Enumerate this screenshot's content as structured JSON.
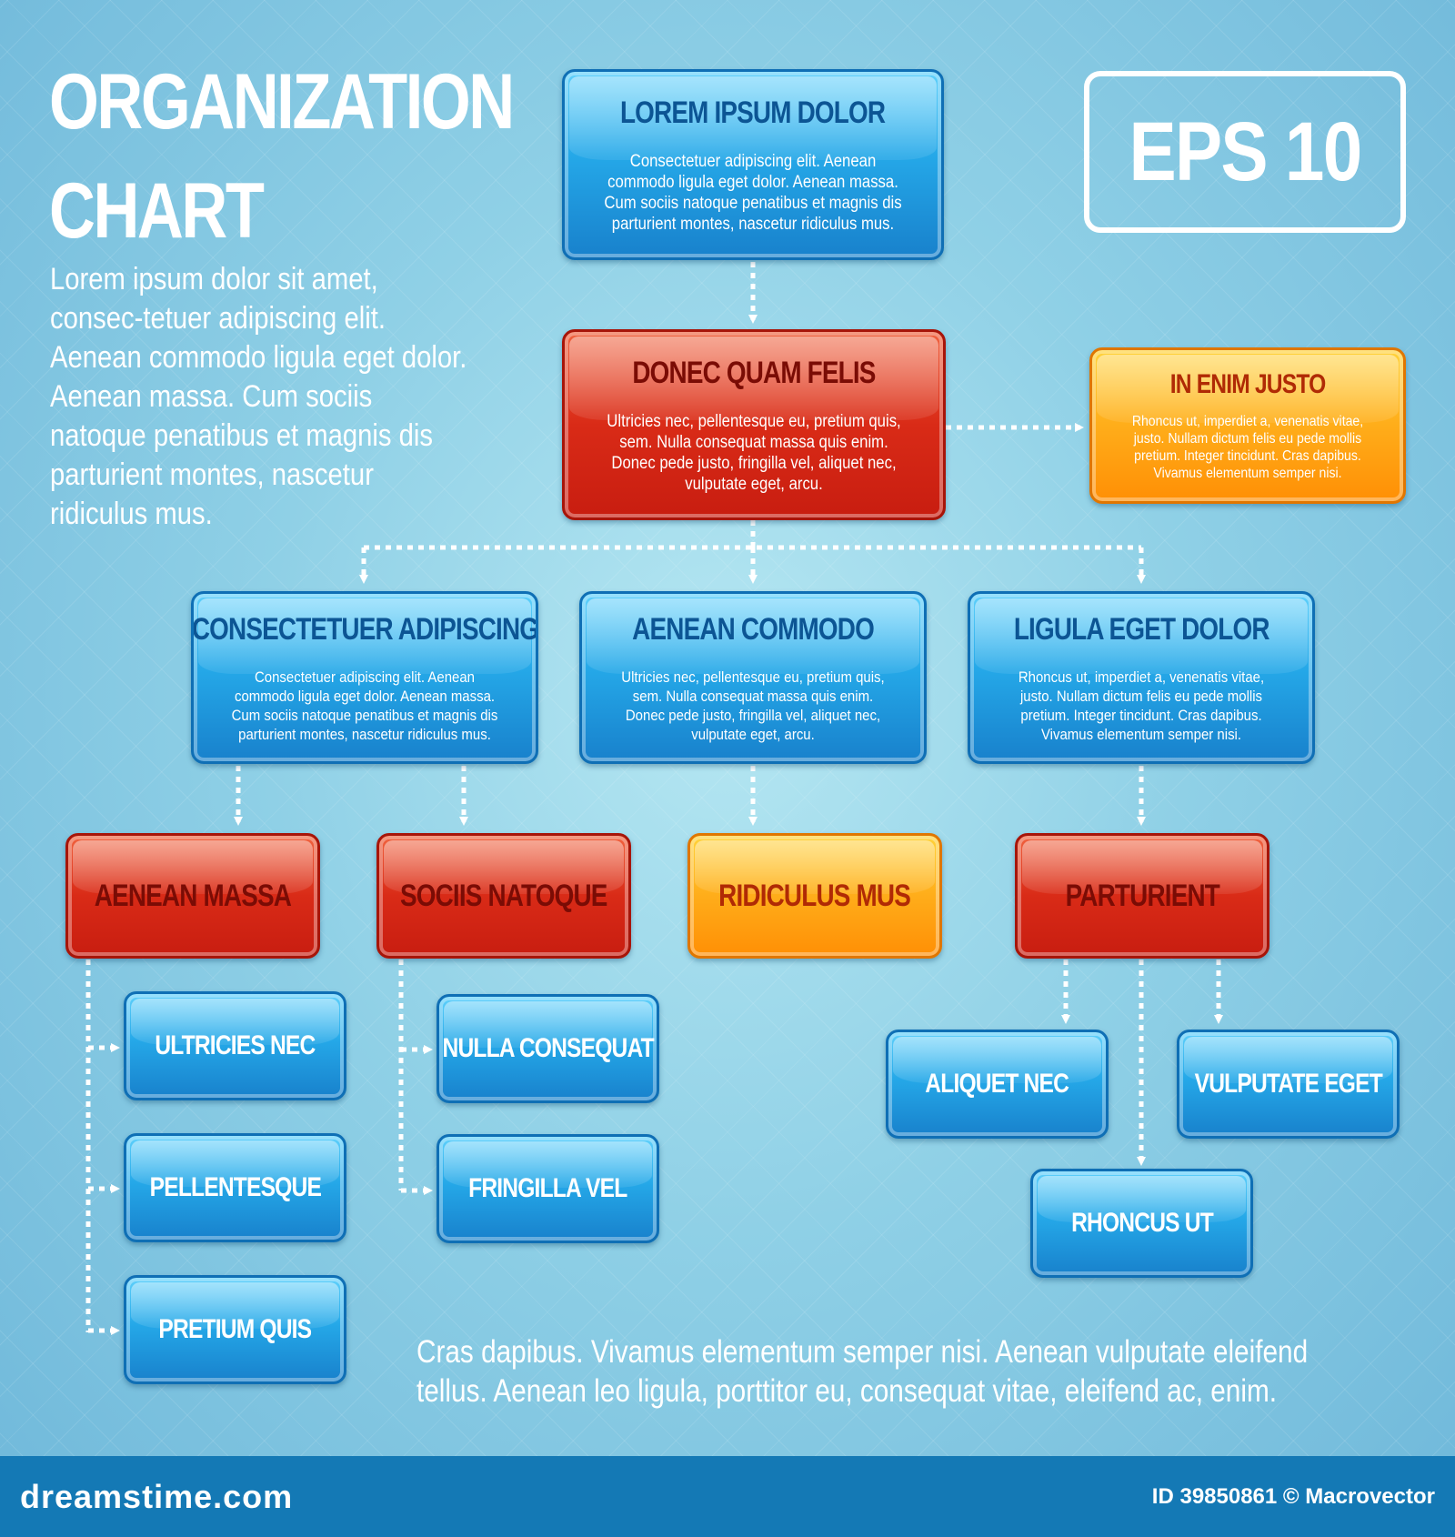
{
  "header": {
    "title_line1": "ORGANIZATION",
    "title_line2": "CHART",
    "intro": "Lorem ipsum dolor sit amet, consec-tetuer adipiscing elit. Aenean commodo ligula eget dolor. Aenean massa. Cum sociis natoque penatibus et magnis dis parturient montes, nascetur ridiculus mus."
  },
  "badge": {
    "text": "EPS 10"
  },
  "nodes": {
    "root": {
      "title": "LOREM IPSUM DOLOR",
      "body": "Consectetuer adipiscing elit. Aenean commodo ligula eget dolor. Aenean massa. Cum sociis natoque penatibus et magnis dis parturient montes, nascetur ridiculus mus."
    },
    "level1": {
      "title": "DONEC QUAM FELIS",
      "body": "Ultricies nec, pellentesque eu, pretium quis, sem. Nulla consequat massa quis enim. Donec pede justo, fringilla vel, aliquet nec, vulputate eget, arcu."
    },
    "side": {
      "title": "IN ENIM JUSTO",
      "body": "Rhoncus ut, imperdiet a, venenatis vitae, justo. Nullam dictum felis eu pede mollis pretium. Integer tincidunt. Cras dapibus. Vivamus elementum semper nisi."
    },
    "l2a": {
      "title": "CONSECTETUER ADIPISCING",
      "body": "Consectetuer adipiscing elit. Aenean commodo ligula eget dolor. Aenean massa. Cum sociis natoque penatibus et magnis dis parturient montes, nascetur ridiculus mus."
    },
    "l2b": {
      "title": "AENEAN COMMODO",
      "body": "Ultricies nec, pellentesque eu, pretium quis, sem. Nulla consequat massa quis enim. Donec pede justo, fringilla vel, aliquet nec, vulputate eget, arcu."
    },
    "l2c": {
      "title": "LIGULA EGET DOLOR",
      "body": "Rhoncus ut, imperdiet a, venenatis vitae, justo. Nullam dictum felis eu pede mollis pretium. Integer tincidunt. Cras dapibus. Vivamus elementum semper nisi."
    },
    "l3a": {
      "title": "AENEAN MASSA"
    },
    "l3b": {
      "title": "SOCIIS NATOQUE"
    },
    "l3c": {
      "title": "RIDICULUS MUS"
    },
    "l3d": {
      "title": "PARTURIENT"
    },
    "l4a1": {
      "title": "ULTRICIES NEC"
    },
    "l4a2": {
      "title": "PELLENTESQUE"
    },
    "l4a3": {
      "title": "PRETIUM QUIS"
    },
    "l4b1": {
      "title": "NULLA CONSEQUAT"
    },
    "l4b2": {
      "title": "FRINGILLA VEL"
    },
    "l4d1": {
      "title": "ALIQUET NEC"
    },
    "l4d2": {
      "title": "VULPUTATE EGET"
    },
    "l4d3": {
      "title": "RHONCUS UT"
    }
  },
  "footer": {
    "text": "Cras dapibus. Vivamus elementum semper nisi. Aenean vulputate eleifend tellus. Aenean leo ligula, porttitor eu, consequat vitae, eleifend ac, enim.",
    "brand": "dreamstime.com",
    "credit": "ID 39850861 © Macrovector"
  },
  "colors": {
    "blue": "#25a8e8",
    "red": "#d92b17",
    "orange": "#ffad1a",
    "background": "#8fd0e6",
    "bar": "#1479b5"
  }
}
